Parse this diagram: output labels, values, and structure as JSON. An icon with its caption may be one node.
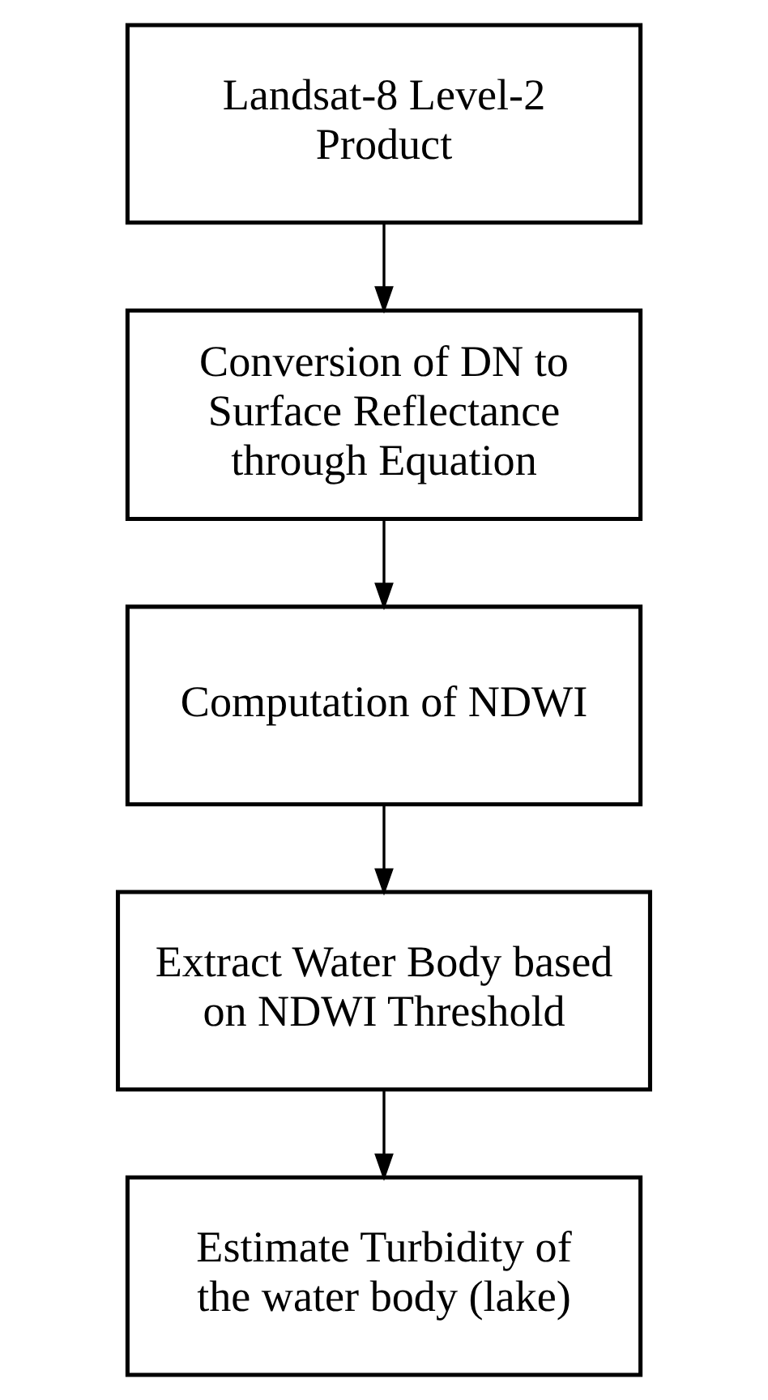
{
  "diagram": {
    "nodes": [
      {
        "text": [
          "Landsat-8 Level-2 Product"
        ]
      },
      {
        "text": [
          "Conversion of DN to Surface Reflectance through Equation"
        ]
      },
      {
        "text": [
          "Computation of NDWI"
        ]
      },
      {
        "text": [
          "Extract Water Body based on NDWI Threshold"
        ]
      },
      {
        "text": [
          "Estimate Turbidity of the water body (lake)"
        ]
      }
    ],
    "edges": [
      {
        "from": 0,
        "to": 1,
        "arrow": "to"
      },
      {
        "from": 1,
        "to": 2,
        "arrow": "to"
      },
      {
        "from": 2,
        "to": 3,
        "arrow": "to"
      },
      {
        "from": 3,
        "to": 4,
        "arrow": "to"
      }
    ]
  }
}
